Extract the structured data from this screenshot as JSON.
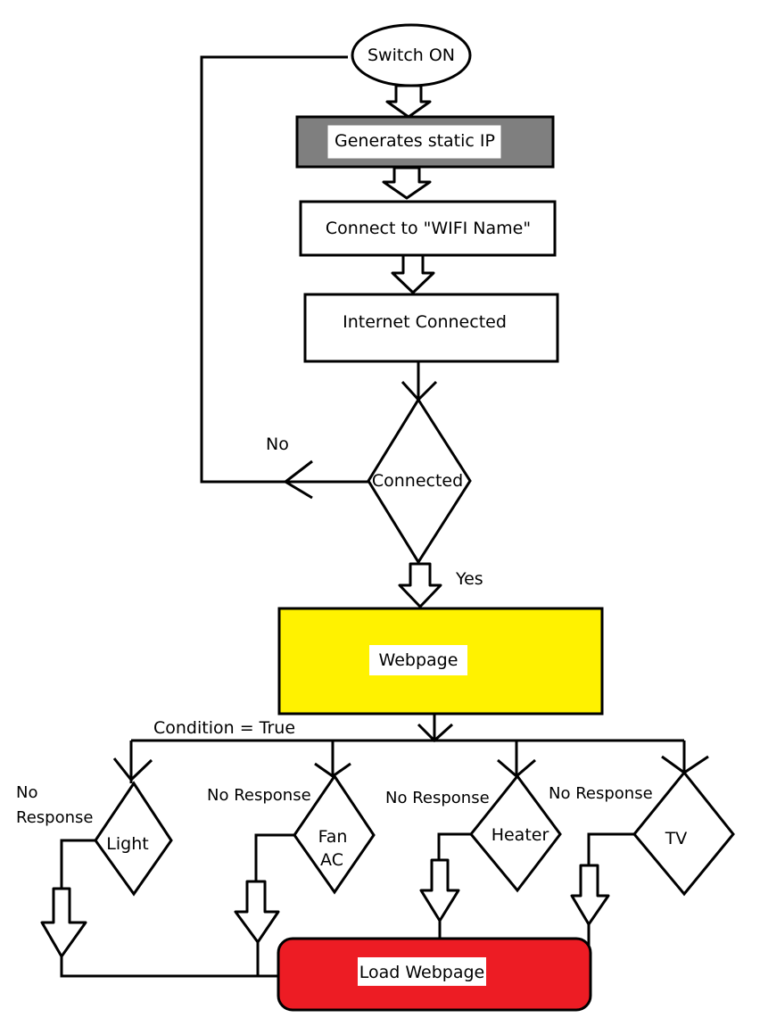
{
  "flowchart": {
    "start": {
      "label": "Switch ON"
    },
    "static_ip": {
      "label": "Generates static IP",
      "fill": "#7f7f7f"
    },
    "connect_wifi": {
      "label": "Connect to \"WIFI Name\""
    },
    "internet_connected": {
      "label": "Internet Connected"
    },
    "decision_connected": {
      "label": "Connected"
    },
    "edge_no": {
      "label": "No"
    },
    "edge_yes": {
      "label": "Yes"
    },
    "webpage": {
      "label": "Webpage",
      "fill": "#fff200"
    },
    "condition_label": {
      "label": "Condition = True"
    },
    "devices": [
      {
        "label_lines": [
          "Light"
        ],
        "no_response_lines": [
          "No",
          "Response"
        ]
      },
      {
        "label_lines": [
          "Fan",
          "AC"
        ],
        "no_response_lines": [
          "No Response"
        ]
      },
      {
        "label_lines": [
          "Heater"
        ],
        "no_response_lines": [
          "No Response"
        ]
      },
      {
        "label_lines": [
          "TV"
        ],
        "no_response_lines": [
          "No Response"
        ]
      }
    ],
    "load_webpage": {
      "label": "Load Webpage",
      "fill": "#ed1c24"
    }
  }
}
